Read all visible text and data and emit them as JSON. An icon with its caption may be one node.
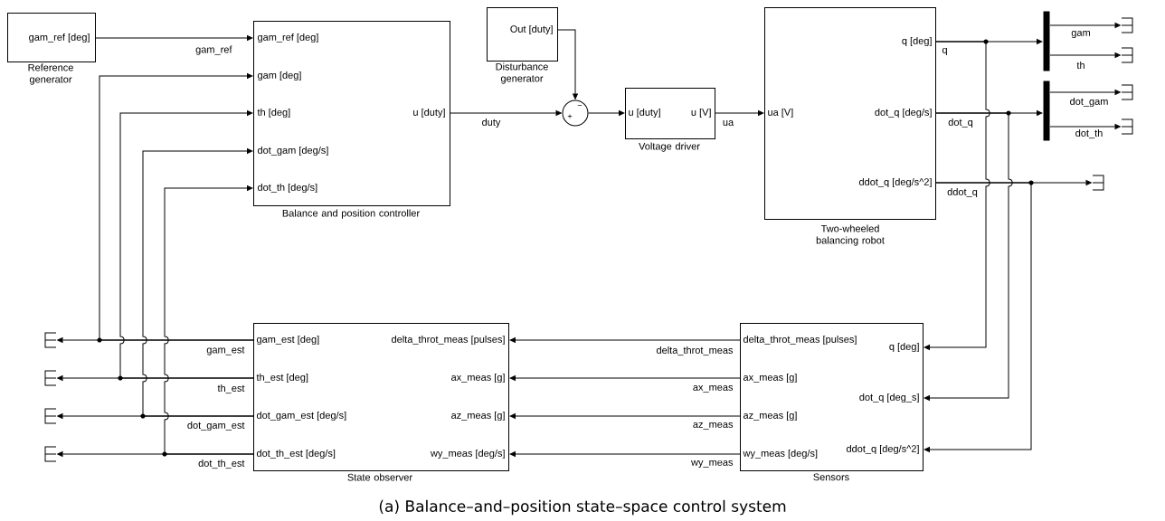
{
  "diagram": {
    "caption": "(a) Balance–and–position state–space control system",
    "nodes": [
      {
        "text": [
          "gam_ref [deg]"
        ],
        "beside": [
          "Reference generator"
        ]
      },
      {
        "text": [
          "gam_ref [deg]",
          "gam [deg]",
          "th [deg]",
          "dot_gam [deg/s]",
          "dot_th [deg/s]",
          "u [duty]"
        ],
        "beside": [
          "Balance and position controller"
        ]
      },
      {
        "text": [
          "Out [duty]"
        ],
        "beside": [
          "Disturbance generator"
        ]
      },
      {
        "text": [
          "+",
          "−"
        ]
      },
      {
        "text": [
          "u [duty]",
          "u [V]"
        ],
        "beside": [
          "Voltage driver"
        ]
      },
      {
        "text": [
          "ua [V]",
          "q [deg]",
          "dot_q [deg/s]",
          "ddot_q [deg/s^2]"
        ],
        "beside": [
          "Two-wheeled balancing robot"
        ]
      },
      {
        "text": [],
        "shape": "bar"
      },
      {
        "text": [],
        "shape": "bar"
      },
      {
        "text": [],
        "shape": "terminator"
      },
      {
        "text": [],
        "shape": "terminator"
      },
      {
        "text": [],
        "shape": "terminator"
      },
      {
        "text": [],
        "shape": "terminator"
      },
      {
        "text": [],
        "shape": "terminator"
      },
      {
        "text": [
          "gam_est [deg]",
          "th_est [deg]",
          "dot_gam_est [deg/s]",
          "dot_th_est [deg/s]",
          "delta_throt_meas [pulses]",
          "ax_meas [g]",
          "az_meas [g]",
          "wy_meas [deg/s]"
        ],
        "beside": [
          "State observer"
        ]
      },
      {
        "text": [
          "delta_throt_meas [pulses]",
          "ax_meas [g]",
          "az_meas [g]",
          "wy_meas [deg/s]",
          "q [deg]",
          "dot_q [deg_s]",
          "ddot_q [deg/s^2]"
        ],
        "beside": [
          "Sensors"
        ]
      },
      {
        "text": [],
        "shape": "terminator"
      },
      {
        "text": [],
        "shape": "terminator"
      },
      {
        "text": [],
        "shape": "terminator"
      },
      {
        "text": [],
        "shape": "terminator"
      }
    ],
    "edges": [
      {
        "from": 0,
        "to": 1,
        "arrow": "to",
        "label": "gam_ref"
      },
      {
        "from": 1,
        "to": 3,
        "arrow": "to",
        "label": "duty"
      },
      {
        "from": 2,
        "to": 3,
        "arrow": "to"
      },
      {
        "from": 3,
        "to": 4,
        "arrow": "to"
      },
      {
        "from": 4,
        "to": 5,
        "arrow": "to",
        "label": "ua"
      },
      {
        "from": 5,
        "to": 6,
        "arrow": "to",
        "label": "q"
      },
      {
        "from": 5,
        "to": 14,
        "arrow": "to"
      },
      {
        "from": 5,
        "to": 7,
        "arrow": "to",
        "label": "dot_q"
      },
      {
        "from": 5,
        "to": 14,
        "arrow": "to"
      },
      {
        "from": 5,
        "to": 12,
        "arrow": "to",
        "label": "ddot_q"
      },
      {
        "from": 5,
        "to": 14,
        "arrow": "to"
      },
      {
        "from": 6,
        "to": 8,
        "arrow": "to",
        "label": "gam"
      },
      {
        "from": 6,
        "to": 9,
        "arrow": "to",
        "label": "th"
      },
      {
        "from": 7,
        "to": 10,
        "arrow": "to",
        "label": "dot_gam"
      },
      {
        "from": 7,
        "to": 11,
        "arrow": "to",
        "label": "dot_th"
      },
      {
        "from": 14,
        "to": 13,
        "arrow": "to",
        "label": "delta_throt_meas"
      },
      {
        "from": 14,
        "to": 13,
        "arrow": "to",
        "label": "ax_meas"
      },
      {
        "from": 14,
        "to": 13,
        "arrow": "to",
        "label": "az_meas"
      },
      {
        "from": 14,
        "to": 13,
        "arrow": "to",
        "label": "wy_meas"
      },
      {
        "from": 13,
        "to": 15,
        "arrow": "to",
        "label": "gam_est"
      },
      {
        "from": 13,
        "to": 1,
        "arrow": "to"
      },
      {
        "from": 13,
        "to": 16,
        "arrow": "to",
        "label": "th_est"
      },
      {
        "from": 13,
        "to": 1,
        "arrow": "to"
      },
      {
        "from": 13,
        "to": 17,
        "arrow": "to",
        "label": "dot_gam_est"
      },
      {
        "from": 13,
        "to": 1,
        "arrow": "to"
      },
      {
        "from": 13,
        "to": 18,
        "arrow": "to",
        "label": "dot_th_est"
      },
      {
        "from": 13,
        "to": 1,
        "arrow": "to"
      }
    ]
  }
}
